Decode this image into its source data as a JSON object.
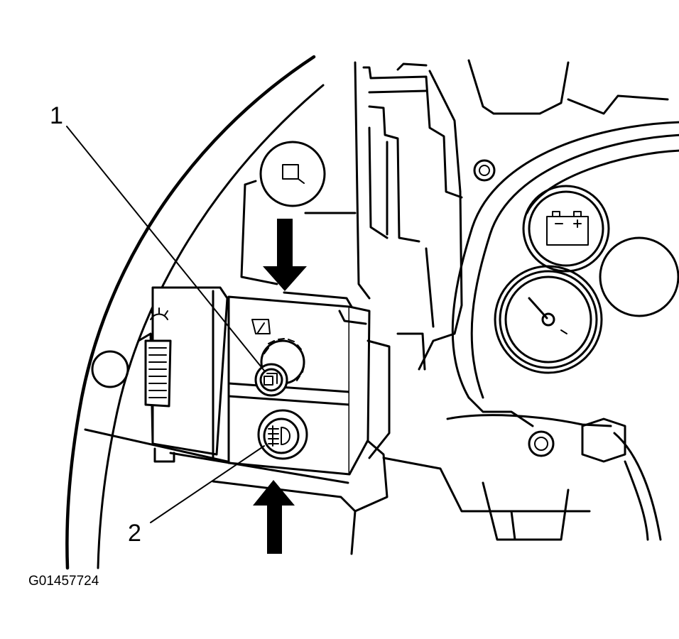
{
  "callouts": [
    {
      "number": "1"
    },
    {
      "number": "2"
    }
  ],
  "figure_id": "G01457724",
  "icons": {
    "wiper_switch": "wiper-icon",
    "fog_lamp_switch": "fog-lamp-icon",
    "dimmer": "dash-light-icon",
    "battery_gauge": "battery-icon",
    "removal_arrows": "arrow-icon"
  },
  "colors": {
    "line": "#000000",
    "background": "#ffffff"
  }
}
